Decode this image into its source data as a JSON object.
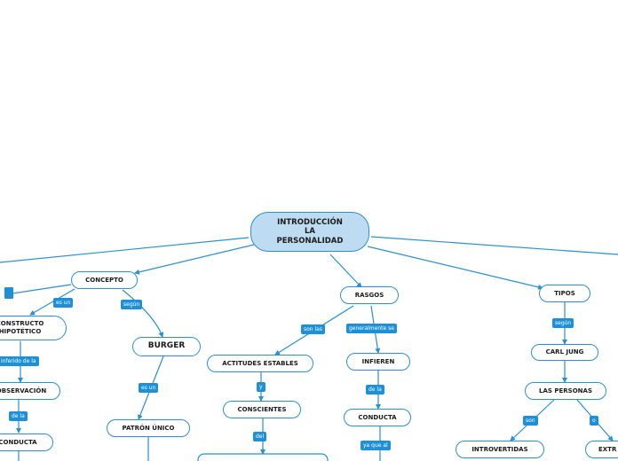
{
  "colors": {
    "line": "#2a90d0",
    "tag_bg": "#1e90d8",
    "root_bg": "#bddcf2",
    "node_border": "#2a90d0"
  },
  "root": {
    "label": "INTRODUCCIÓN\nLA\nPERSONALIDAD"
  },
  "nodes": {
    "concepto": "CONCEPTO",
    "rasgos": "RASGOS",
    "tipos": "TIPOS",
    "constructo": "CONSTRUCTO\nHIPOTÉTICO",
    "observacion": "OBSERVACIÓN",
    "conducta_left": "CONDUCTA",
    "burger": "BURGER",
    "patron_unico": "PATRÓN ÚNICO",
    "actitudes_estables": "ACTITUDES ESTABLES",
    "conscientes": "CONSCIENTES",
    "infieren": "INFIEREN",
    "conducta_mid": "CONDUCTA",
    "carl_jung": "CARL JUNG",
    "las_personas": "LAS PERSONAS",
    "introvertidas": "INTROVERTIDAS",
    "extrovertidas": "EXTR"
  },
  "tags": {
    "es_un_1": "es un",
    "segun_1": "según",
    "inferido_de_la": "inferido de la",
    "de_la_1": "de la",
    "es_un_2": "es un",
    "son_las": "son las",
    "generalmente_se": "generalmente se",
    "y": "y",
    "del": "del",
    "de_la_2": "de la",
    "ya_que_al": "ya que al",
    "segun_2": "según",
    "son": "son",
    "o": "o"
  }
}
